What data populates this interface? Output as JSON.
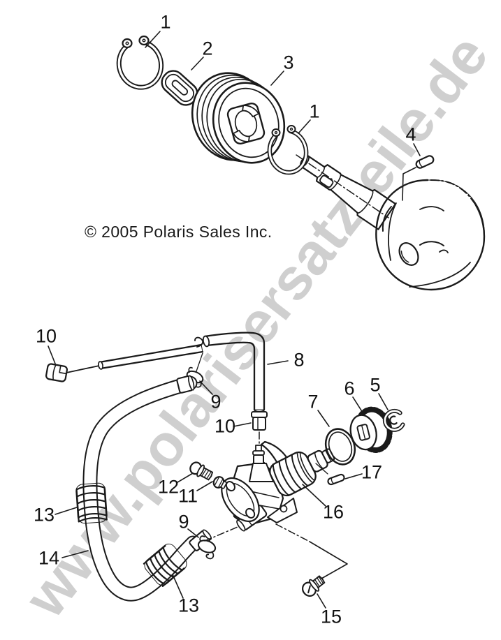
{
  "page": {
    "background": "#ffffff",
    "line_color": "#1a1a1a",
    "watermark": {
      "text": "www.polarisersatzteile.de",
      "color": "#cfcfcf"
    },
    "copyright": "© 2005 Polaris Sales Inc."
  },
  "callouts": {
    "c1a": {
      "label": "1"
    },
    "c2": {
      "label": "2"
    },
    "c3": {
      "label": "3"
    },
    "c1b": {
      "label": "1"
    },
    "c4": {
      "label": "4"
    },
    "c10a": {
      "label": "10"
    },
    "c8": {
      "label": "8"
    },
    "c9a": {
      "label": "9"
    },
    "c10b": {
      "label": "10"
    },
    "c7": {
      "label": "7"
    },
    "c6": {
      "label": "6"
    },
    "c5": {
      "label": "5"
    },
    "c17": {
      "label": "17"
    },
    "c12": {
      "label": "12"
    },
    "c11": {
      "label": "11"
    },
    "c16": {
      "label": "16"
    },
    "c9b": {
      "label": "9"
    },
    "c13a": {
      "label": "13"
    },
    "c14": {
      "label": "14"
    },
    "c13b": {
      "label": "13"
    },
    "c15": {
      "label": "15"
    }
  }
}
